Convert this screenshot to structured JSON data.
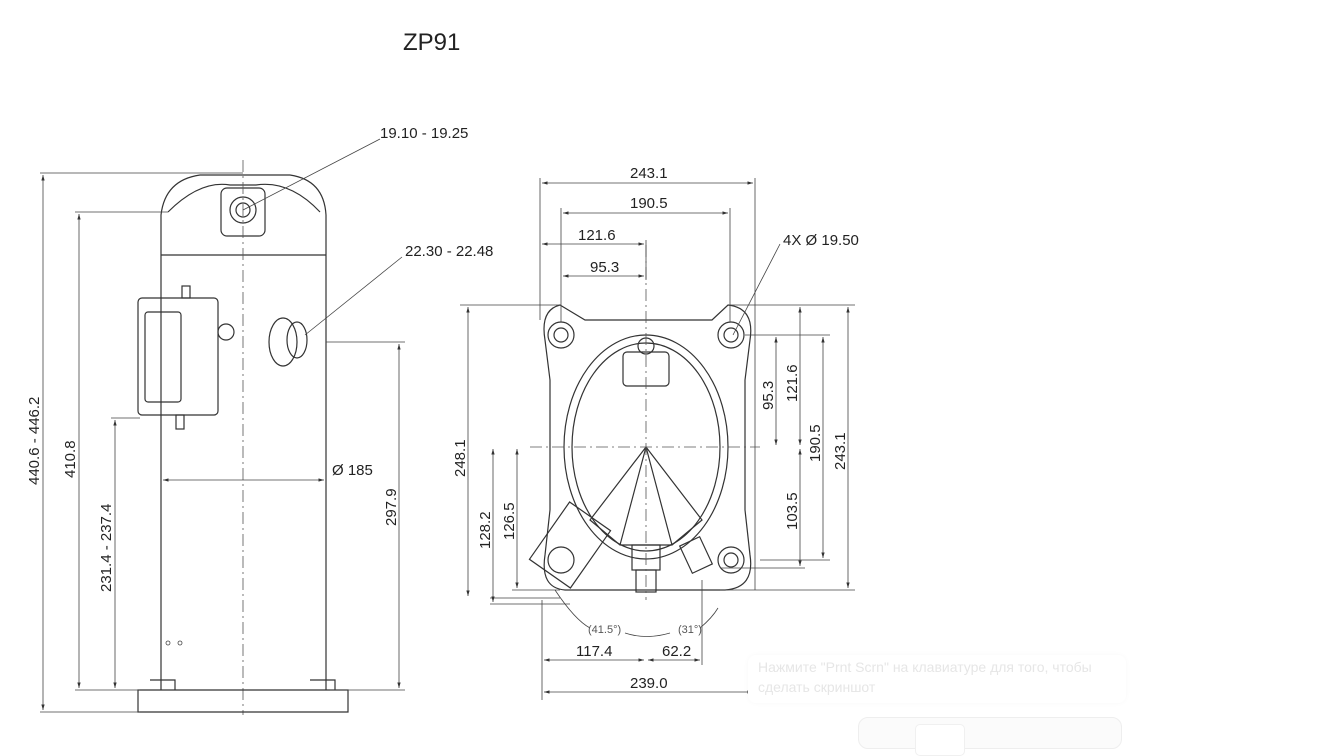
{
  "title": "ZP91",
  "side_view": {
    "top_fitting": "19.10 - 19.25",
    "side_fitting": "22.30 - 22.48",
    "diameter": "Ø 185",
    "total_height": "440.6 - 446.2",
    "body_height": "410.8",
    "terminal_height": "231.4 - 237.4",
    "fitting_height": "297.9"
  },
  "plan_view": {
    "width_outer": "243.1",
    "width_holes": "190.5",
    "half_outer": "121.6",
    "half_holes": "95.3",
    "mount_holes": "4X Ø 19.50",
    "right_95": "95.3",
    "right_121": "121.6",
    "right_190": "190.5",
    "right_243": "243.1",
    "right_103": "103.5",
    "left_248": "248.1",
    "left_128": "128.2",
    "left_126": "126.5",
    "bottom_117": "117.4",
    "bottom_62": "62.2",
    "bottom_239": "239.0",
    "angle_left": "(41.5°)",
    "angle_right": "(31°)"
  },
  "toast": {
    "text": "Нажмите \"Prnt Scrn\" на клавиатуре для того, чтобы сделать скриншот"
  }
}
